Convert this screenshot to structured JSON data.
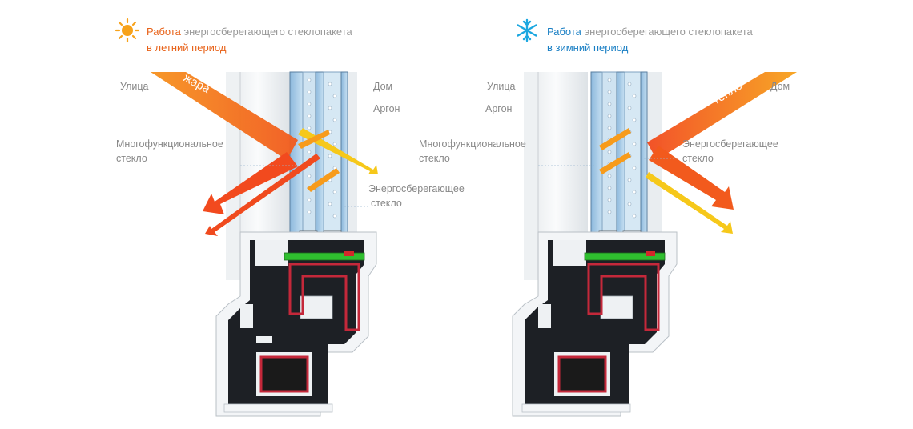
{
  "panels": {
    "summer": {
      "title_accent": "Работа",
      "title_rest": " энергосберегающего стеклопакета",
      "title_line2": "в летний период",
      "icon": "sun-icon",
      "labels": {
        "street": "Улица",
        "home": "Дом",
        "argon": "Аргон",
        "multifunctional_glass_1": "Многофункциональное",
        "multifunctional_glass_2": "стекло",
        "energy_glass_1": "Энергосберегающее",
        "energy_glass_2": "стекло",
        "arrow": "жара"
      }
    },
    "winter": {
      "title_accent": "Работа",
      "title_rest": " энергосберегающего стеклопакета",
      "title_line2": "в зимний период",
      "icon": "snowflake-icon",
      "labels": {
        "street": "Улица",
        "home": "Дом",
        "argon": "Аргон",
        "multifunctional_glass_1": "Многофункциональное",
        "multifunctional_glass_2": "стекло",
        "energy_glass_1": "Энергосберегающее",
        "energy_glass_2": "стекло",
        "arrow": "тепло"
      }
    }
  },
  "colors": {
    "summer_accent": "#e8631a",
    "winter_accent": "#1a7fc4",
    "arrow_red": "#f24a1e",
    "arrow_orange": "#f7a21b",
    "arrow_yellow": "#f6d21a",
    "glass_blue": "#9fc8e6",
    "seal_green": "#2fbf2f",
    "reinforcement_red": "#c4283a",
    "frame_white": "#f2f4f6",
    "frame_dark": "#1d2025"
  }
}
